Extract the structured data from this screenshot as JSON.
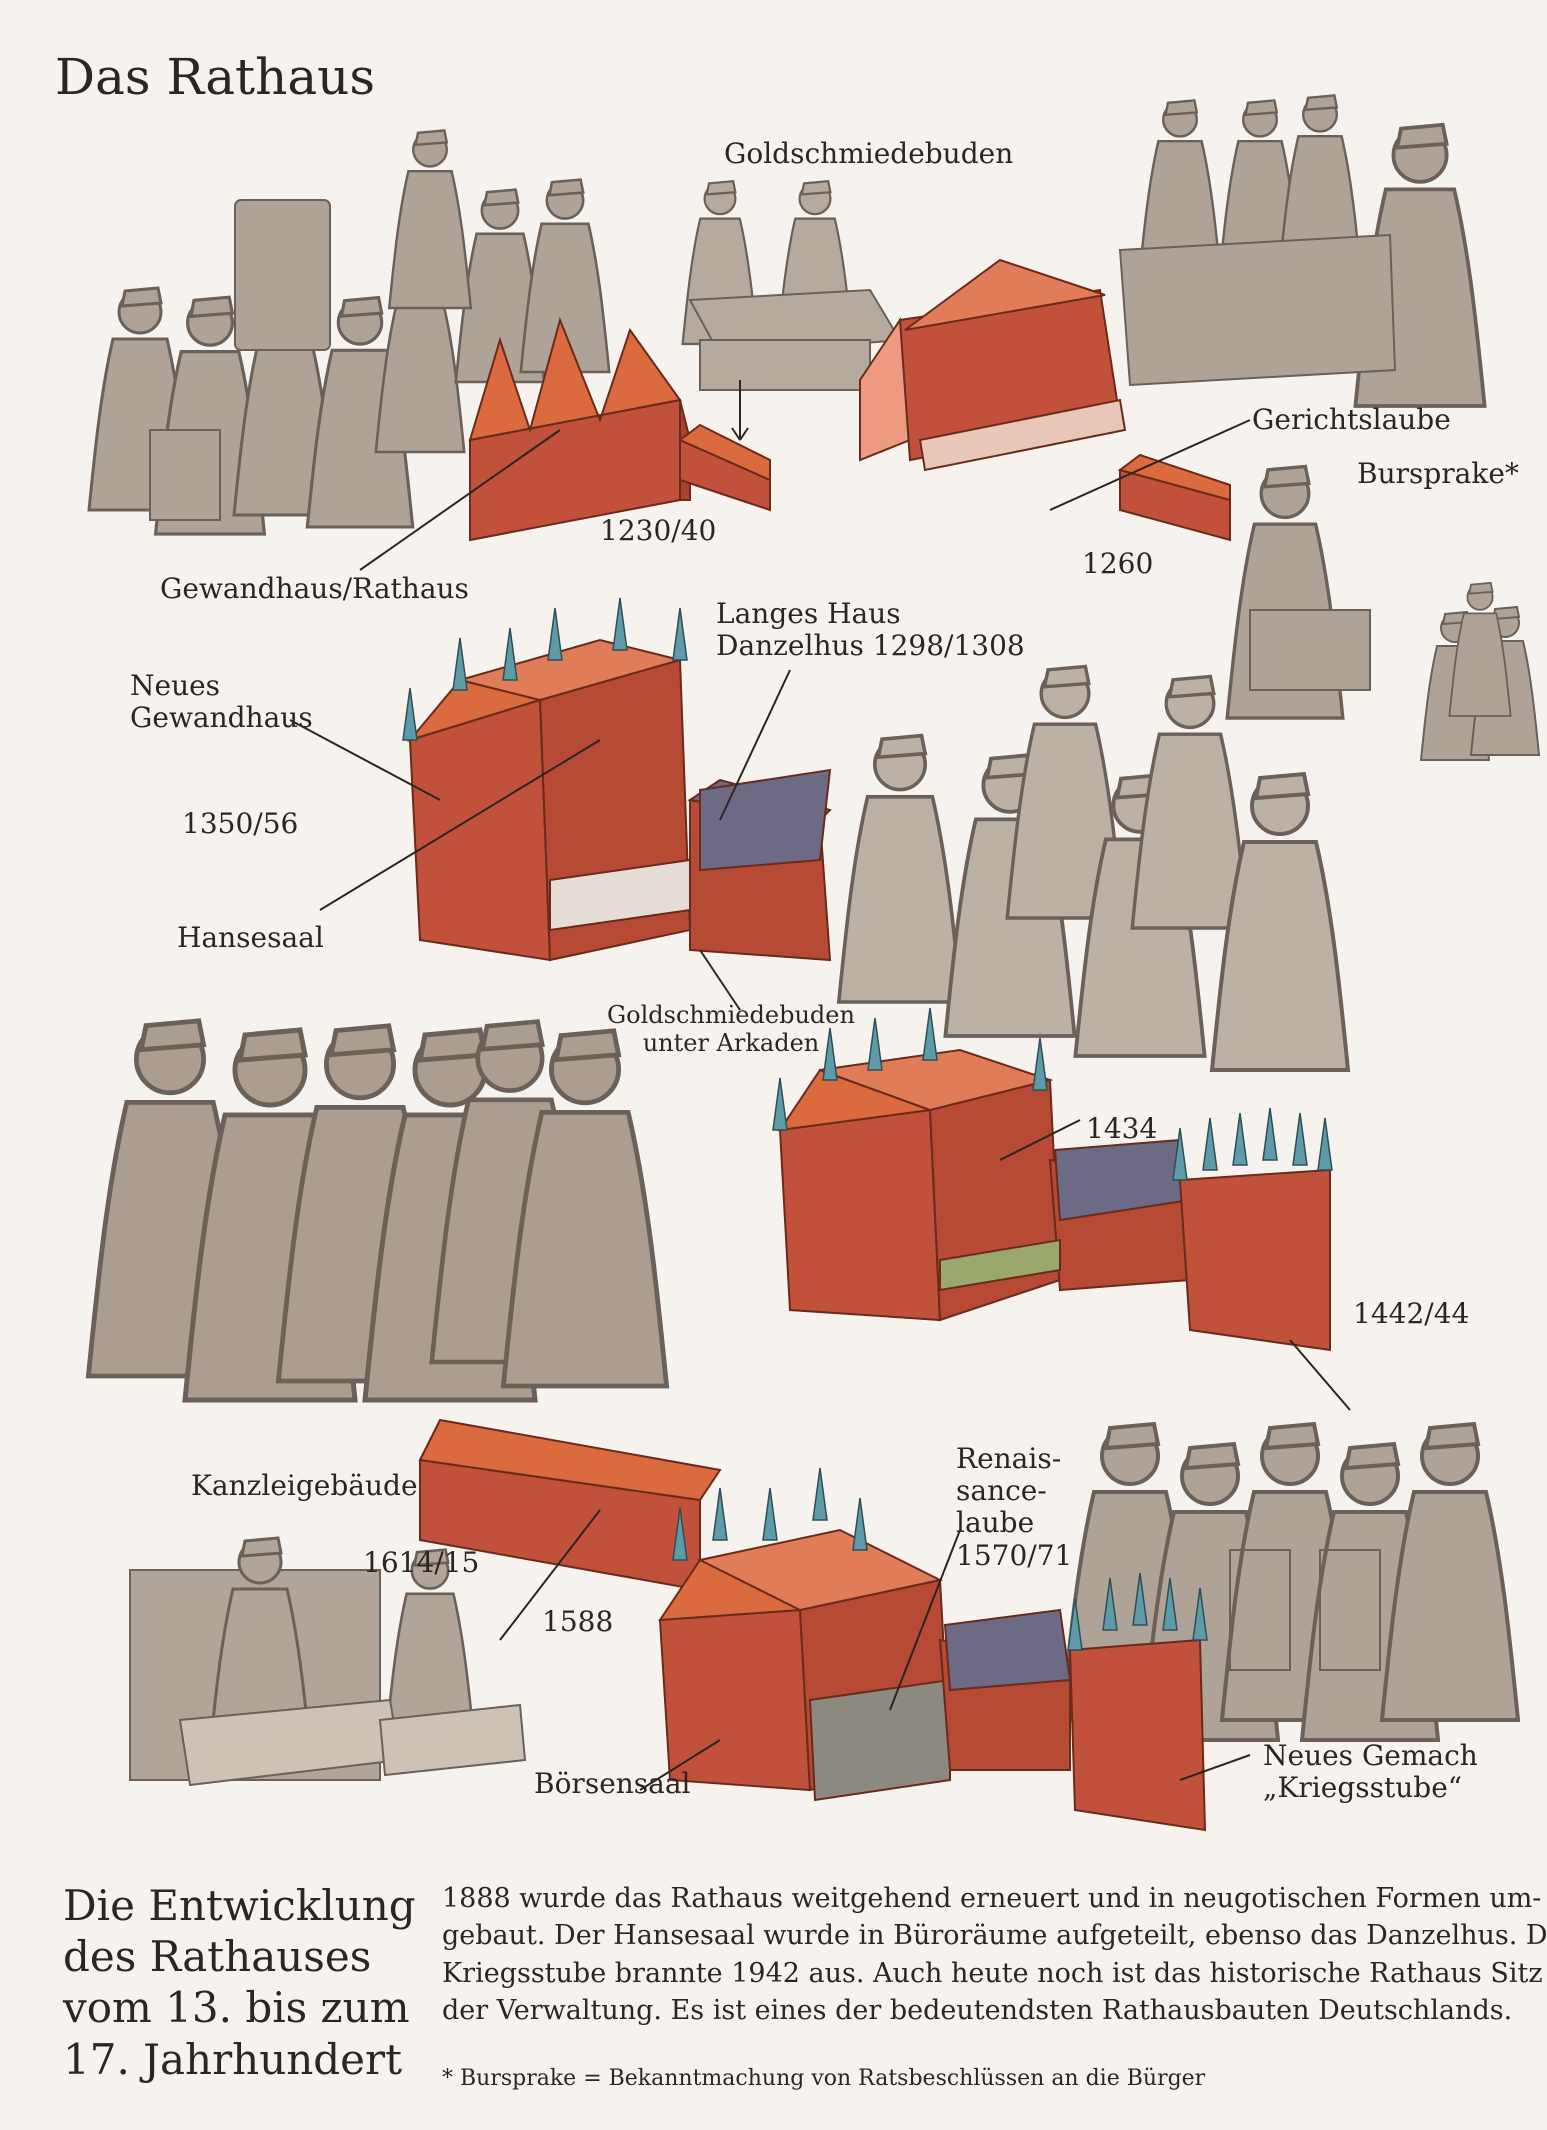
{
  "title": "Das Rathaus",
  "labels": {
    "goldschmiedebuden": "Goldschmiedebuden",
    "gerichtslaube": "Gerichtslaube",
    "bursprake": "Bursprake*",
    "year_1230": "1230/40",
    "year_1260": "1260",
    "gewandhaus_rathaus": "Gewandhaus/Rathaus",
    "langes_haus_line1": "Langes Haus",
    "langes_haus_line2": "Danzelhus 1298/1308",
    "neues_gewandhaus_line1": "Neues",
    "neues_gewandhaus_line2": "Gewandhaus",
    "year_1350": "1350/56",
    "hansesaal": "Hansesaal",
    "goldschmiede_arkaden_line1": "Goldschmiedebuden",
    "goldschmiede_arkaden_line2": "unter Arkaden",
    "year_1434": "1434",
    "year_1442": "1442/44",
    "kanzleigebaeude": "Kanzleigebäude",
    "renaissance_line1": "Renais-",
    "renaissance_line2": "sance-",
    "renaissance_line3": "laube",
    "renaissance_line4": "1570/71",
    "year_1614": "1614/15",
    "year_1588": "1588",
    "boersensaal": "Börsensaal",
    "neues_gemach_line1": "Neues Gemach",
    "neues_gemach_line2": "„Kriegsstube“"
  },
  "caption": {
    "title_lines": [
      "Die Entwicklung",
      "des Rathauses",
      "vom 13. bis zum",
      "17. Jahrhundert"
    ],
    "body_lines": [
      "1888 wurde das Rathaus weitgehend erneuert und in neugotischen Formen um-",
      "gebaut. Der Hansesaal wurde in Büroräume aufgeteilt, ebenso das Danzelhus. Die",
      "Kriegsstube brannte 1942 aus. Auch heute noch ist das historische Rathaus Sitz",
      "der Verwaltung. Es ist eines der bedeutendsten Rathausbauten Deutschlands."
    ],
    "footnote": "* Bursprake = Bekanntmachung von Ratsbeschlüssen an die Bürger"
  },
  "colors": {
    "background": "#f6f3ee",
    "brick": "#c1513a",
    "roof": "#db6a3e",
    "slate_roof": "#6d6a86",
    "spire": "#5e9aa8",
    "figures": "#a89a8d",
    "ink": "#2b2622"
  }
}
